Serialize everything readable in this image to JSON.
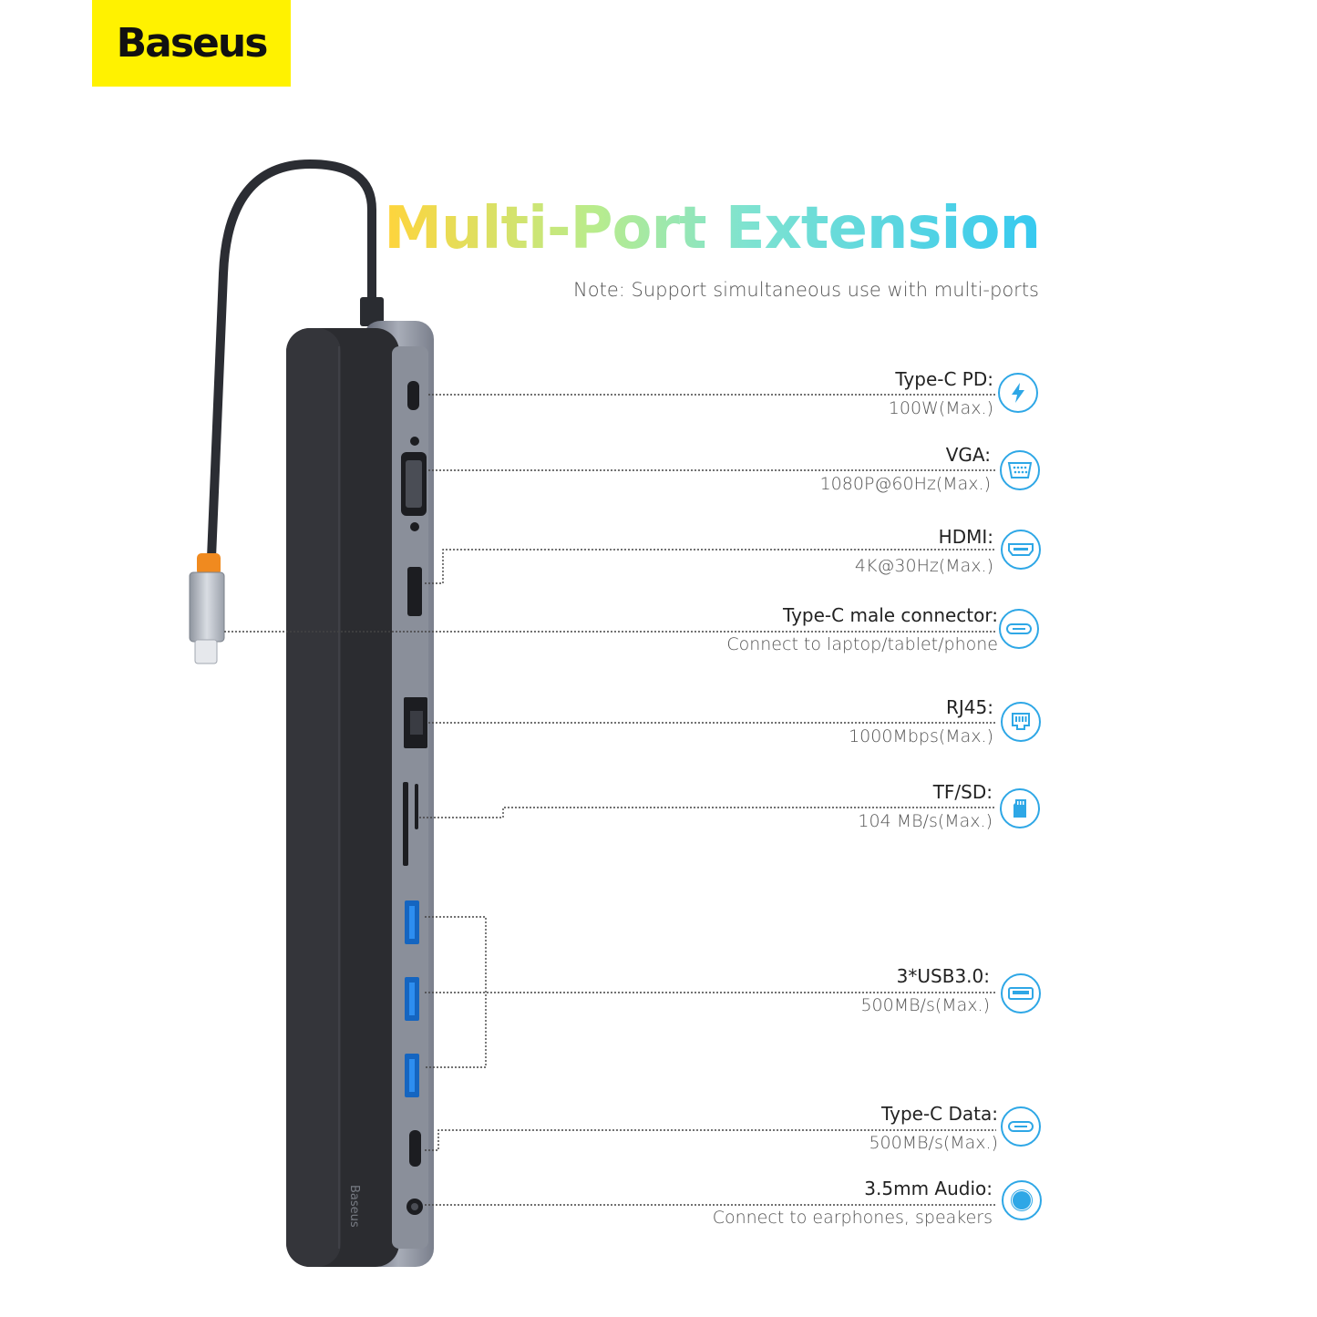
{
  "brand": {
    "logo_text": "Baseus"
  },
  "header": {
    "title": "Multi-Port Extension",
    "note": "Note: Support simultaneous use with multi-ports"
  },
  "ports": [
    {
      "name": "Type-C PD:",
      "spec": "100W(Max.)",
      "icon": "lightning-icon"
    },
    {
      "name": "VGA:",
      "spec": "1080P@60Hz(Max.)",
      "icon": "vga-port-icon"
    },
    {
      "name": "HDMI:",
      "spec": "4K@30Hz(Max.)",
      "icon": "hdmi-port-icon"
    },
    {
      "name": "Type-C male connector:",
      "spec": "Connect to laptop/tablet/phone",
      "icon": "type-c-port-icon"
    },
    {
      "name": "RJ45:",
      "spec": "1000Mbps(Max.)",
      "icon": "ethernet-port-icon"
    },
    {
      "name": "TF/SD:",
      "spec": "104 MB/s(Max.)",
      "icon": "sd-card-icon"
    },
    {
      "name": "3*USB3.0:",
      "spec": "500MB/s(Max.)",
      "icon": "usb-port-icon"
    },
    {
      "name": "Type-C Data:",
      "spec": "500MB/s(Max.)",
      "icon": "type-c-port-icon"
    },
    {
      "name": "3.5mm Audio:",
      "spec": "Connect to earphones, speakers",
      "icon": "audio-jack-icon"
    }
  ],
  "colors": {
    "logo_bg": "#fff200",
    "icon_blue": "#2ea7e6",
    "connector_orange": "#f08a1f"
  }
}
